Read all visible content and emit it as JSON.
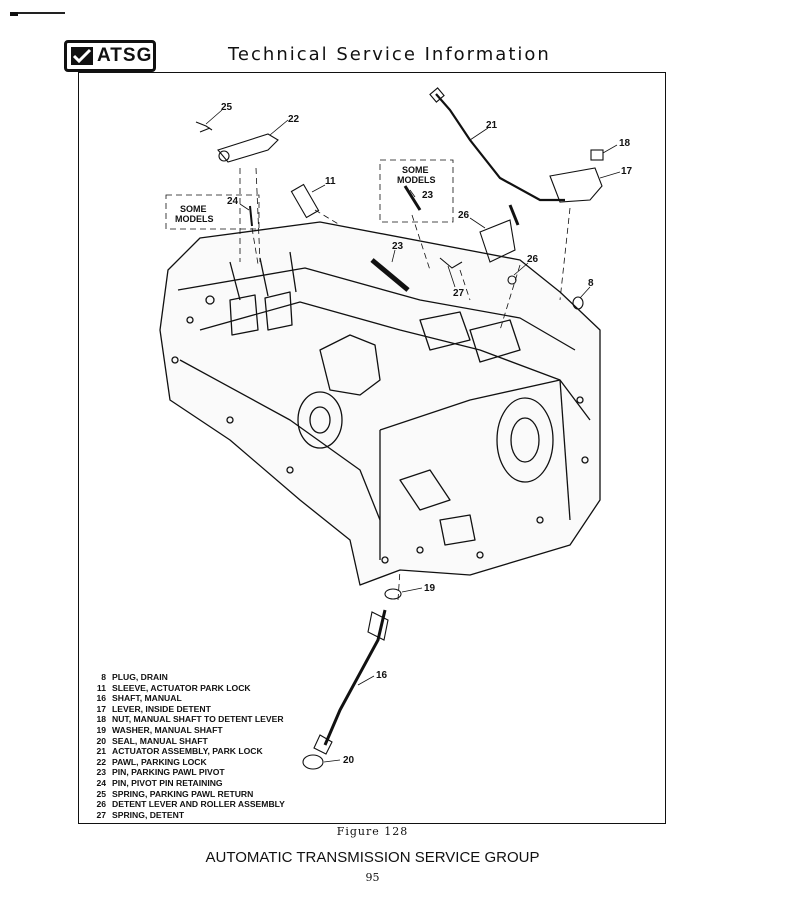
{
  "header": {
    "logo_text": "ATSG",
    "title": "Technical Service Information"
  },
  "diagram": {
    "some_models_label_1": "SOME",
    "some_models_label_2": "MODELS",
    "callouts": {
      "c8": "8",
      "c11": "11",
      "c16": "16",
      "c17": "17",
      "c18": "18",
      "c19": "19",
      "c20": "20",
      "c21": "21",
      "c22": "22",
      "c23a": "23",
      "c23b": "23",
      "c24": "24",
      "c25": "25",
      "c26a": "26",
      "c26b": "26",
      "c27": "27"
    }
  },
  "legend": [
    {
      "num": "8",
      "text": "PLUG, DRAIN"
    },
    {
      "num": "11",
      "text": "SLEEVE, ACTUATOR PARK LOCK"
    },
    {
      "num": "16",
      "text": "SHAFT, MANUAL"
    },
    {
      "num": "17",
      "text": "LEVER, INSIDE DETENT"
    },
    {
      "num": "18",
      "text": "NUT, MANUAL SHAFT TO DETENT LEVER"
    },
    {
      "num": "19",
      "text": "WASHER, MANUAL SHAFT"
    },
    {
      "num": "20",
      "text": "SEAL, MANUAL SHAFT"
    },
    {
      "num": "21",
      "text": "ACTUATOR ASSEMBLY, PARK LOCK"
    },
    {
      "num": "22",
      "text": "PAWL, PARKING LOCK"
    },
    {
      "num": "23",
      "text": "PIN, PARKING PAWL PIVOT"
    },
    {
      "num": "24",
      "text": "PIN, PIVOT PIN RETAINING"
    },
    {
      "num": "25",
      "text": "SPRING, PARKING PAWL RETURN"
    },
    {
      "num": "26",
      "text": "DETENT LEVER AND ROLLER ASSEMBLY"
    },
    {
      "num": "27",
      "text": "SPRING, DETENT"
    }
  ],
  "figure_caption": "Figure 128",
  "footer": {
    "title": "AUTOMATIC TRANSMISSION SERVICE GROUP",
    "page_number": "95"
  }
}
